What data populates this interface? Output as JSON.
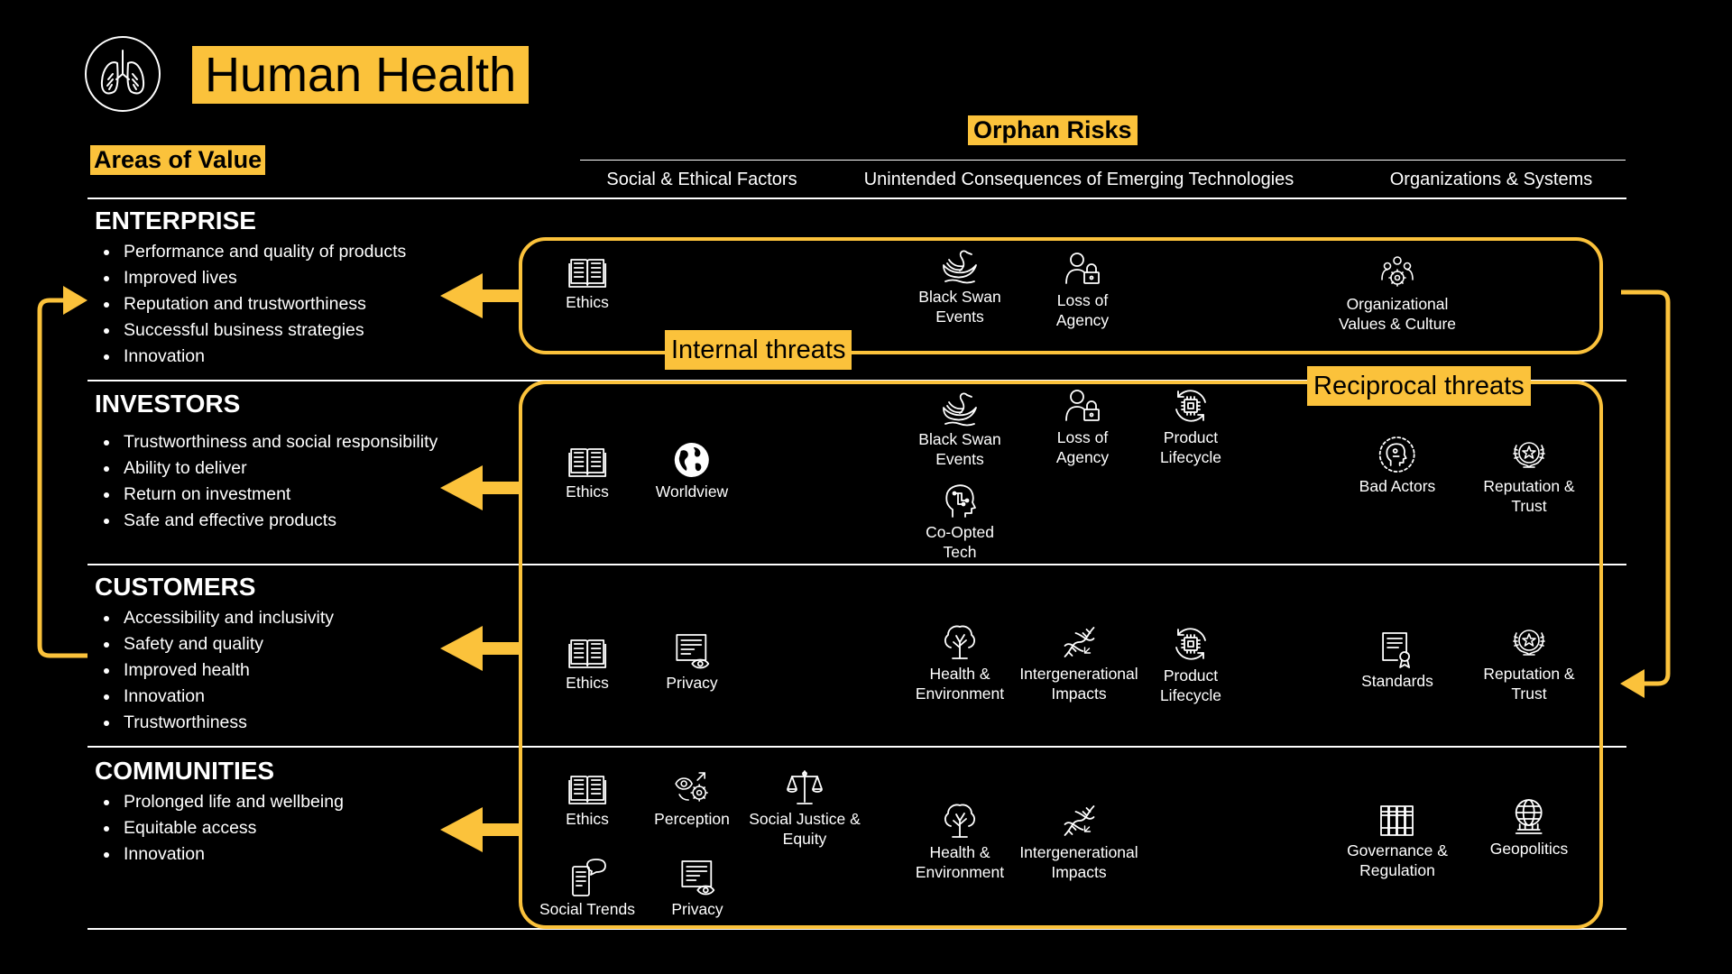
{
  "header": {
    "title": "Human Health",
    "logo_icon": "lungs-icon",
    "areas_label": "Areas of Value",
    "orphan_label": "Orphan Risks"
  },
  "columns": [
    "Social & Ethical Factors",
    "Unintended Consequences of Emerging Technologies",
    "Organizations & Systems"
  ],
  "threat_labels": {
    "internal": "Internal threats",
    "reciprocal": "Reciprocal threats"
  },
  "accent_color": "#fbc23b",
  "sections": [
    {
      "title": "ENTERPRISE",
      "items": [
        "Performance and quality of products",
        "Improved lives",
        "Reputation and trustworthiness",
        "Successful business strategies",
        "Innovation"
      ],
      "risks": [
        {
          "label": "Ethics",
          "icon": "book-icon"
        },
        {
          "label": "Black Swan Events",
          "icon": "swan-icon"
        },
        {
          "label": "Loss of Agency",
          "icon": "person-lock-icon"
        },
        {
          "label": "Organizational Values & Culture",
          "icon": "gears-people-icon"
        }
      ]
    },
    {
      "title": "INVESTORS",
      "items": [
        "Trustworthiness and social responsibility",
        "Ability to deliver",
        "Return on investment",
        "Safe and effective products"
      ],
      "risks": [
        {
          "label": "Ethics",
          "icon": "book-icon"
        },
        {
          "label": "Worldview",
          "icon": "globe-icon"
        },
        {
          "label": "Black Swan Events",
          "icon": "swan-icon"
        },
        {
          "label": "Co-Opted Tech",
          "icon": "head-circuit-icon"
        },
        {
          "label": "Loss of Agency",
          "icon": "person-lock-icon"
        },
        {
          "label": "Product Lifecycle",
          "icon": "chip-cycle-icon"
        },
        {
          "label": "Bad Actors",
          "icon": "bad-actor-icon"
        },
        {
          "label": "Reputation & Trust",
          "icon": "laurel-star-icon"
        }
      ]
    },
    {
      "title": "CUSTOMERS",
      "items": [
        "Accessibility and inclusivity",
        "Safety and quality",
        "Improved health",
        "Innovation",
        "Trustworthiness"
      ],
      "risks": [
        {
          "label": "Ethics",
          "icon": "book-icon"
        },
        {
          "label": "Privacy",
          "icon": "document-eye-icon"
        },
        {
          "label": "Health & Environment",
          "icon": "tree-icon"
        },
        {
          "label": "Intergenerational Impacts",
          "icon": "dna-icon"
        },
        {
          "label": "Product Lifecycle",
          "icon": "chip-cycle-icon"
        },
        {
          "label": "Standards",
          "icon": "certificate-icon"
        },
        {
          "label": "Reputation & Trust",
          "icon": "laurel-star-icon"
        }
      ]
    },
    {
      "title": "COMMUNITIES",
      "items": [
        "Prolonged life and wellbeing",
        "Equitable access",
        "Innovation"
      ],
      "risks": [
        {
          "label": "Ethics",
          "icon": "book-icon"
        },
        {
          "label": "Perception",
          "icon": "perception-icon"
        },
        {
          "label": "Social Justice & Equity",
          "icon": "scales-icon"
        },
        {
          "label": "Social Trends",
          "icon": "phone-chat-icon"
        },
        {
          "label": "Privacy",
          "icon": "document-eye-icon"
        },
        {
          "label": "Health & Environment",
          "icon": "tree-icon"
        },
        {
          "label": "Intergenerational Impacts",
          "icon": "dna-icon"
        },
        {
          "label": "Governance & Regulation",
          "icon": "books-icon"
        },
        {
          "label": "Geopolitics",
          "icon": "globe-pillars-icon"
        }
      ]
    }
  ]
}
